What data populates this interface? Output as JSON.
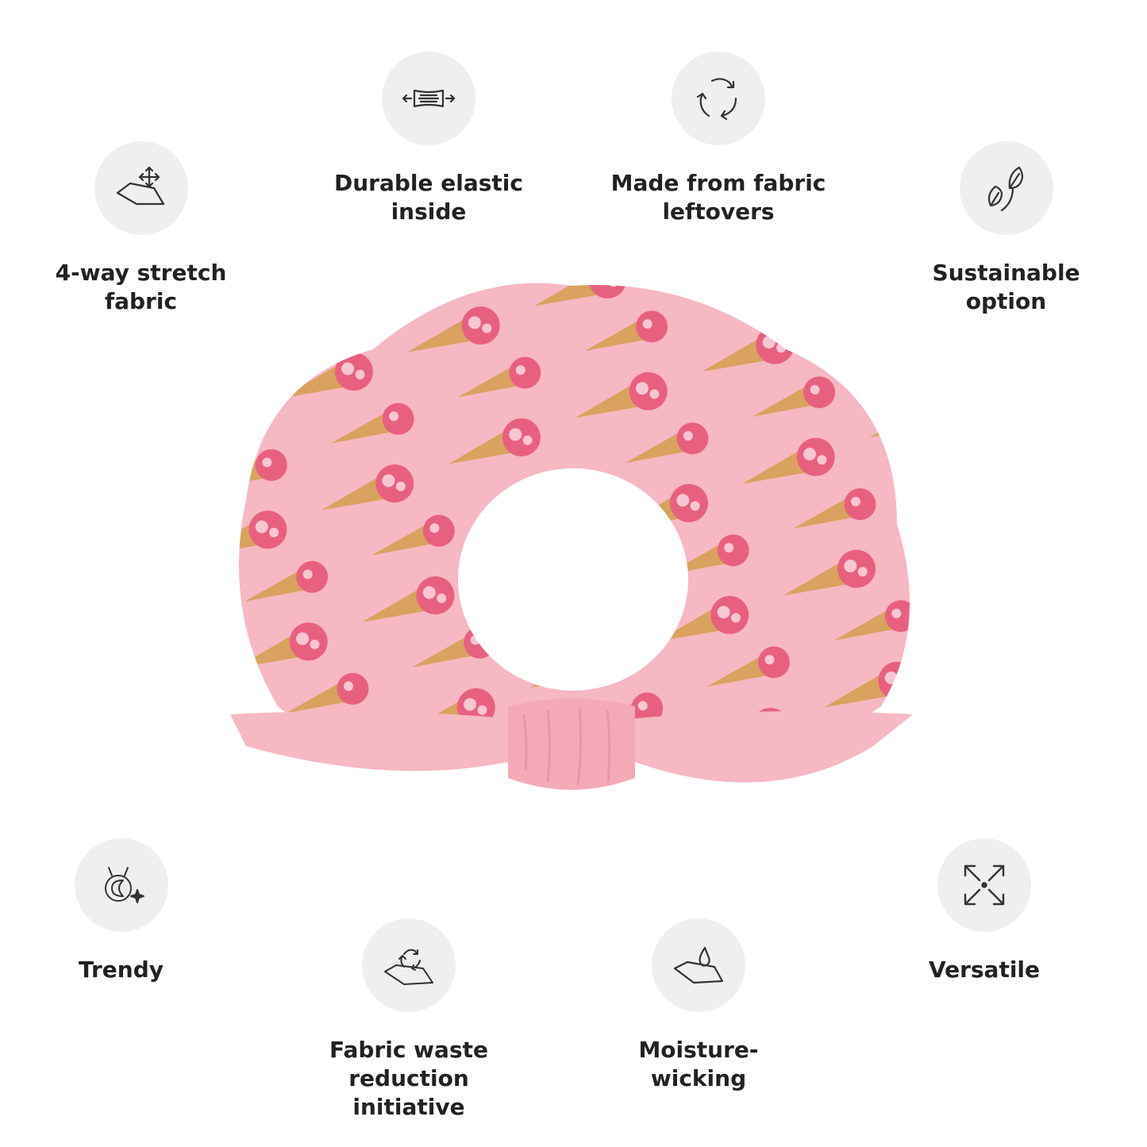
{
  "features": [
    {
      "id": "stretch",
      "label": "4-way stretch\nfabric",
      "icon": "stretch-fabric-icon"
    },
    {
      "id": "elastic",
      "label": "Durable elastic\ninside",
      "icon": "elastic-band-icon"
    },
    {
      "id": "leftovers",
      "label": "Made from fabric\nleftovers",
      "icon": "recycle-icon"
    },
    {
      "id": "sustainable",
      "label": "Sustainable\noption",
      "icon": "leaves-icon"
    },
    {
      "id": "trendy",
      "label": "Trendy",
      "icon": "trendy-sparkle-icon"
    },
    {
      "id": "waste",
      "label": "Fabric waste reduction\ninitiative",
      "icon": "fabric-recycle-icon"
    },
    {
      "id": "moisture",
      "label": "Moisture-wicking",
      "icon": "water-drop-fabric-icon"
    },
    {
      "id": "versatile",
      "label": "Versatile",
      "icon": "expand-arrows-icon"
    }
  ],
  "colors": {
    "fabric": "#f6b8c2",
    "scoop": "#e8607f",
    "cone": "#d9a25e",
    "circle": "#efefef"
  }
}
